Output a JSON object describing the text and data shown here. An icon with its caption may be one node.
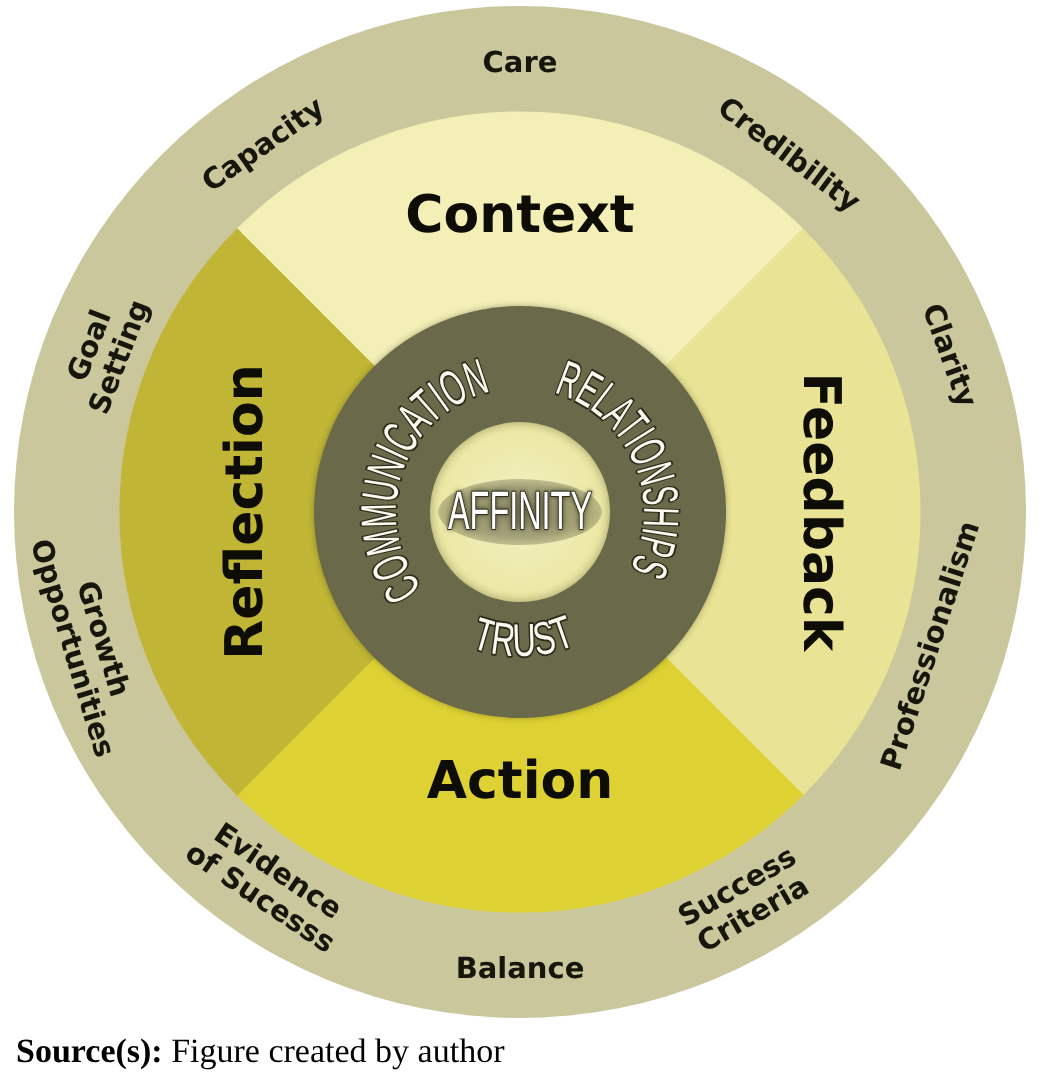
{
  "diagram": {
    "caption": "**Source(s):** Figure created by author",
    "nodes": [
      {
        "text": [
          "Care",
          "Credibility",
          "Clarity",
          "Professionalism",
          "Success Criteria",
          "Balance",
          "Evidence of Sucesss",
          "Growth Opportunities",
          "Goal Setting",
          "Capacity"
        ]
      },
      {
        "text": [
          "Context"
        ],
        "in": 0
      },
      {
        "text": [
          "Feedback"
        ],
        "in": 0
      },
      {
        "text": [
          "Action"
        ],
        "in": 0
      },
      {
        "text": [
          "Reflection"
        ],
        "in": 0
      },
      {
        "text": [
          "COMMUNICATION",
          "RELATIONSHIPS",
          "TRUST"
        ],
        "in": 0
      },
      {
        "text": [
          "AFFINITY"
        ],
        "in": 5
      }
    ]
  }
}
